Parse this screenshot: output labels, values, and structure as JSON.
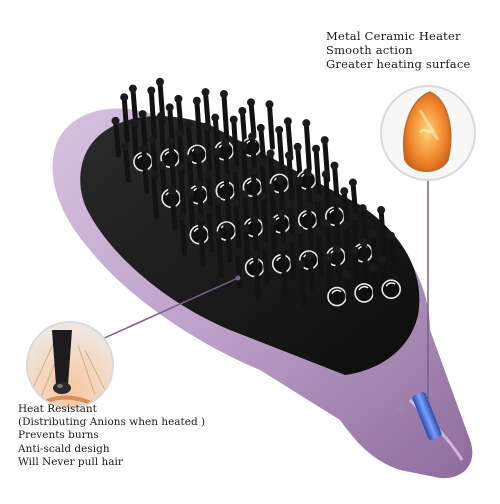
{
  "features_top": [
    "Metal Ceramic Heater",
    "Smooth action",
    "Greater heating surface"
  ],
  "features_bottom": [
    "Heat Resistant",
    "(Distributing Anions when heated )",
    "Prevents burns",
    "Anti-scald desigh",
    "Will Never pull hair"
  ],
  "colors": {
    "brush_body": "#b99bc6",
    "bristle": "#111111",
    "heater_glow": "#f39a3a",
    "display_panel": "#4d6fd1"
  }
}
